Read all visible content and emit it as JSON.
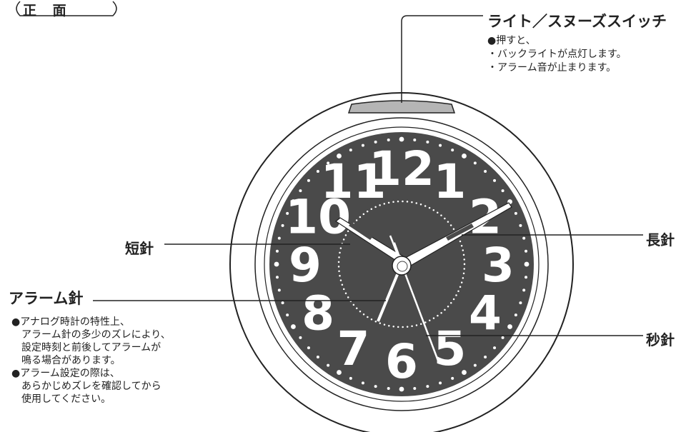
{
  "front_label": "正 面",
  "light_snooze": {
    "title": "ライト／スヌーズスイッチ",
    "notes": [
      "●押すと、",
      "・バックライトが点灯します。",
      "・アラーム音が止まります。"
    ]
  },
  "hands": {
    "hour": "短針",
    "minute": "長針",
    "second": "秒針",
    "alarm": "アラーム針"
  },
  "alarm_notes": [
    "●アナログ時計の特性上、",
    "　アラーム針の多少のズレにより、",
    "　設定時刻と前後してアラームが",
    "　鳴る場合があります。",
    "●アラーム設定の際は、",
    "　あらかじめズレを確認してから",
    "　使用してください。"
  ],
  "dial_numbers": [
    "12",
    "1",
    "2",
    "3",
    "4",
    "5",
    "6",
    "7",
    "8",
    "9",
    "10",
    "11"
  ],
  "colors": {
    "dial": "#4a4a4a",
    "numerals": "#ffffff",
    "button": "#b5b5b5",
    "line": "#222222"
  }
}
